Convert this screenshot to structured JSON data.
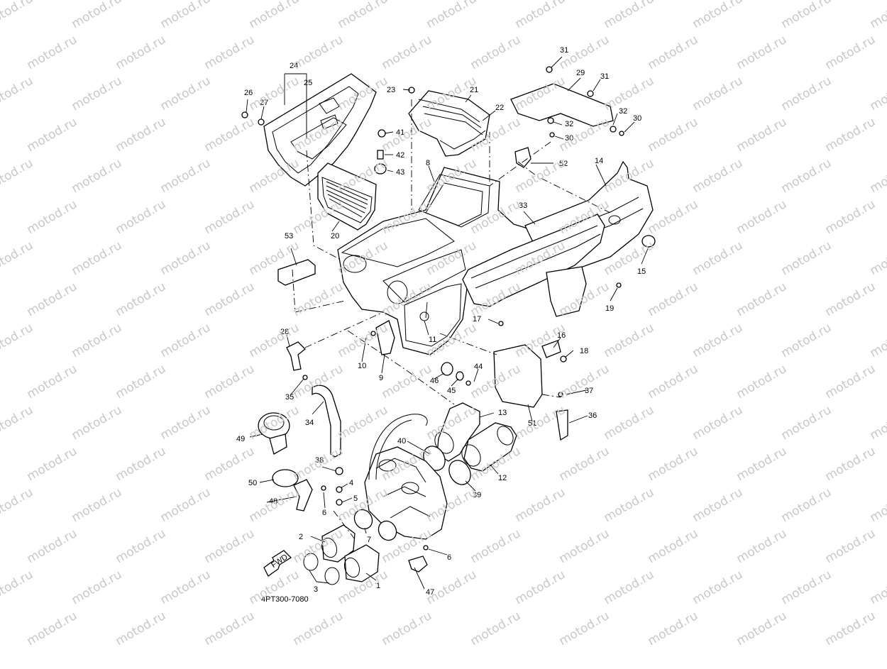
{
  "diagram": {
    "drawing_code": "4PT300-7080",
    "watermark": "motod.ru",
    "direction_arrow": "FWD",
    "callouts": [
      "1",
      "2",
      "3",
      "4",
      "5",
      "6",
      "6",
      "7",
      "8",
      "9",
      "10",
      "11",
      "12",
      "13",
      "14",
      "15",
      "16",
      "17",
      "18",
      "19",
      "20",
      "21",
      "22",
      "23",
      "24",
      "25",
      "26",
      "27",
      "28",
      "29",
      "30",
      "30",
      "31",
      "31",
      "32",
      "32",
      "33",
      "34",
      "35",
      "36",
      "37",
      "38",
      "39",
      "40",
      "41",
      "42",
      "43",
      "44",
      "45",
      "46",
      "47",
      "48",
      "49",
      "50",
      "51",
      "52",
      "53"
    ]
  },
  "icons": {
    "fwd_arrow": "fwd-arrow-icon"
  }
}
